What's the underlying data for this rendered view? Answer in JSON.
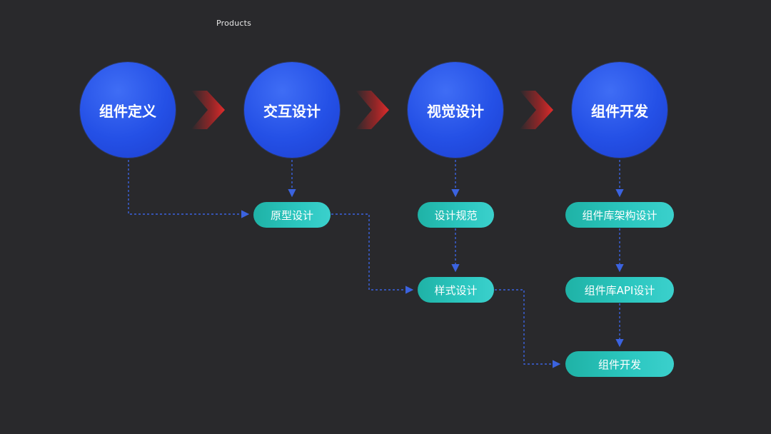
{
  "header": {
    "label": "Products"
  },
  "stages": [
    {
      "label": "组件定义"
    },
    {
      "label": "交互设计"
    },
    {
      "label": "视觉设计"
    },
    {
      "label": "组件开发"
    }
  ],
  "steps": {
    "prototype_design": "原型设计",
    "design_spec": "设计规范",
    "style_design": "样式设计",
    "library_architecture": "组件库架构设计",
    "library_api": "组件库API设计",
    "component_dev": "组件开发"
  },
  "colors": {
    "background": "#29292c",
    "stage_circle": "#2450e6",
    "step_pill": "#2cc7c0",
    "connector": "#3b63e0",
    "chevron": "#d42a2a"
  }
}
